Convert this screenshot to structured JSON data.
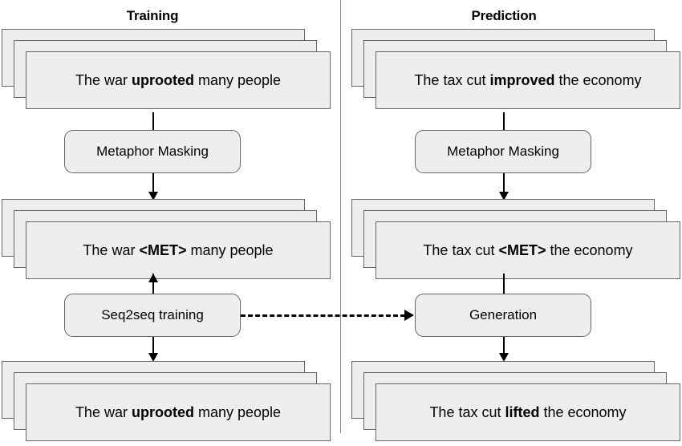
{
  "figure": {
    "type": "flow-diagram",
    "background": "#ffffff",
    "card_fill": "#eeeeee",
    "card_stroke": "#666666",
    "line_color": "#000000",
    "divider_color": "#888888"
  },
  "columns": [
    {
      "id": "training",
      "title": "Training",
      "steps": [
        {
          "kind": "sentence-stack",
          "id": "training-input",
          "text_prefix": "The war ",
          "text_bold": "uprooted",
          "text_suffix": " many people",
          "full_text": "The war uprooted many people",
          "stack_count": 3
        },
        {
          "kind": "process",
          "id": "training-masking",
          "label": "Metaphor Masking"
        },
        {
          "kind": "sentence-stack",
          "id": "training-masked",
          "text_prefix": "The war ",
          "text_bold": "<MET>",
          "text_suffix": " many people",
          "full_text": "The war <MET> many people",
          "stack_count": 3
        },
        {
          "kind": "process",
          "id": "training-seq2seq",
          "label": "Seq2seq training"
        },
        {
          "kind": "sentence-stack",
          "id": "training-target",
          "text_prefix": "The war ",
          "text_bold": "uprooted",
          "text_suffix": " many people",
          "full_text": "The war uprooted many people",
          "stack_count": 3
        }
      ]
    },
    {
      "id": "prediction",
      "title": "Prediction",
      "steps": [
        {
          "kind": "sentence-stack",
          "id": "prediction-input",
          "text_prefix": "The tax cut ",
          "text_bold": "improved",
          "text_suffix": " the economy",
          "full_text": "The tax cut improved the economy",
          "stack_count": 3
        },
        {
          "kind": "process",
          "id": "prediction-masking",
          "label": "Metaphor Masking"
        },
        {
          "kind": "sentence-stack",
          "id": "prediction-masked",
          "text_prefix": "The tax cut ",
          "text_bold": "<MET>",
          "text_suffix": " the economy",
          "full_text": "The tax cut <MET> the economy",
          "stack_count": 3
        },
        {
          "kind": "process",
          "id": "prediction-generation",
          "label": "Generation"
        },
        {
          "kind": "sentence-stack",
          "id": "prediction-output",
          "text_prefix": "The tax cut ",
          "text_bold": "lifted",
          "text_suffix": " the economy",
          "full_text": "The tax cut lifted the economy",
          "stack_count": 3
        }
      ]
    }
  ],
  "links": {
    "cross_column": {
      "id": "seq2seq-to-generation",
      "style": "dashed",
      "direction": "left-to-right",
      "from": "training-seq2seq",
      "to": "prediction-generation"
    }
  }
}
